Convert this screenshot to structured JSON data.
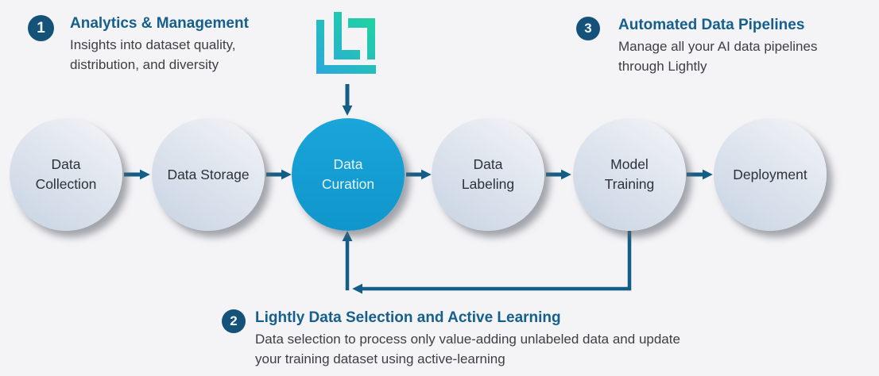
{
  "colors": {
    "background": "#f4f3f6",
    "badge_dark_blue": "#14527a",
    "heading_blue": "#155f8c",
    "arrow_blue": "#135e86",
    "highlight_circle_blue": "#149fd6",
    "logo_gradient_from": "#2aa7dd",
    "logo_gradient_to": "#1fd69d"
  },
  "logo": {
    "name": "lightly-logo"
  },
  "annotations": {
    "a1": {
      "number": "1",
      "title": "Analytics & Management",
      "body": "Insights into dataset quality,\ndistribution, and diversity"
    },
    "a2": {
      "number": "2",
      "title": "Lightly Data Selection and Active Learning",
      "body": "Data selection to process only value-adding unlabeled data and update\nyour training dataset using active-learning"
    },
    "a3": {
      "number": "3",
      "title": "Automated Data Pipelines",
      "body": "Manage all your AI data pipelines\nthrough Lightly"
    }
  },
  "pipeline": {
    "stages": [
      {
        "label": "Data Collection",
        "highlighted": false
      },
      {
        "label": "Data Storage",
        "highlighted": false
      },
      {
        "label": "Data Curation",
        "highlighted": true
      },
      {
        "label": "Data Labeling",
        "highlighted": false
      },
      {
        "label": "Model Training",
        "highlighted": false
      },
      {
        "label": "Deployment",
        "highlighted": false
      }
    ],
    "flow_direction": "left-to-right",
    "feedback_loop": "Model Training → Data Curation"
  }
}
